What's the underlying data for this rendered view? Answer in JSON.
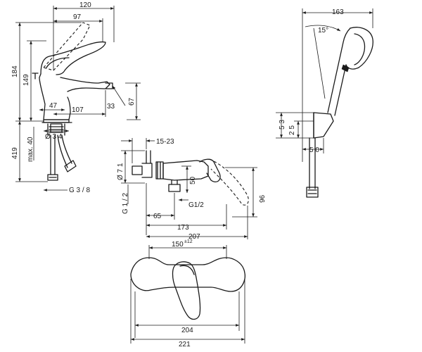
{
  "dims": {
    "basin_width_top": "120",
    "basin_width_97": "97",
    "basin_height_184": "184",
    "basin_height_149": "149",
    "basin_47": "47",
    "basin_107": "107",
    "basin_33": "33",
    "basin_67": "67",
    "basin_419": "419",
    "basin_max40": "max. 40",
    "basin_dia34": "Ø 3 4",
    "basin_g38": "G 3 / 8",
    "shower_1523": "15-23",
    "shower_dia71": "Ø 7 1",
    "shower_50": "50",
    "shower_g12_left": "G 1 / 2",
    "shower_g12_right": "G1/2",
    "shower_65": "65",
    "shower_173": "173",
    "shower_207": "207",
    "shower_96": "96",
    "front_150": "150",
    "front_150_tol": "±12",
    "front_204": "204",
    "front_221": "221",
    "hand_163": "163",
    "hand_angle": "15°",
    "hand_53": "5 3",
    "hand_25": "2 5",
    "hand_50": "5 0"
  }
}
